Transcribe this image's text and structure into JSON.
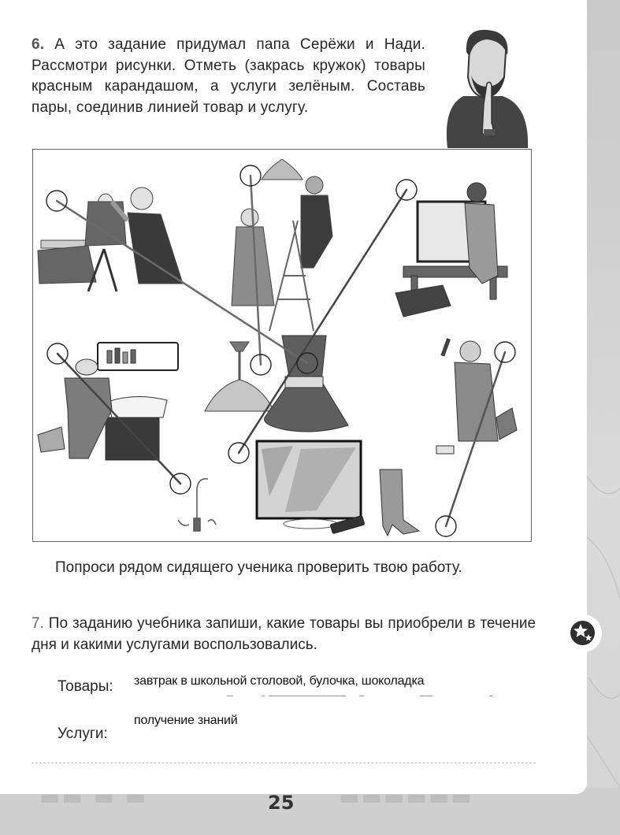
{
  "page": {
    "number": "25"
  },
  "task6": {
    "number": "6.",
    "text": "А это задание придумал папа Серёжи и Нади. Рассмотри рисунки. Отметь (закрась кружок) товары красным карандашом, а услуги зелёным. Составь пары, соединив линией товар и услугу."
  },
  "illustration": {
    "services": [
      {
        "id": "tailor",
        "label": "портниха шьёт одежду",
        "circle": [
          30,
          65
        ]
      },
      {
        "id": "electrician",
        "label": "мастер вешает люстру",
        "circle": [
          276,
          33
        ]
      },
      {
        "id": "tv-repair",
        "label": "мастер чинит телевизор",
        "circle": [
          474,
          51
        ]
      },
      {
        "id": "plumber",
        "label": "сантехник чинит раковину",
        "circle": [
          31,
          259
        ]
      },
      {
        "id": "shoemaker",
        "label": "сапожник чинит обувь",
        "circle": [
          599,
          257
        ]
      }
    ],
    "goods": [
      {
        "id": "lamp",
        "label": "люстра",
        "circle": [
          289,
          273
        ]
      },
      {
        "id": "dress",
        "label": "платье",
        "circle": [
          348,
          271
        ]
      },
      {
        "id": "tv",
        "label": "телевизор",
        "circle": [
          261,
          385
        ]
      },
      {
        "id": "faucet",
        "label": "смеситель",
        "circle": [
          187,
          424
        ]
      },
      {
        "id": "boots",
        "label": "сапоги",
        "circle": [
          524,
          478
        ]
      }
    ],
    "connections": [
      {
        "from": "tailor",
        "to": "dress"
      },
      {
        "from": "electrician",
        "to": "lamp"
      },
      {
        "from": "tv-repair",
        "to": "tv"
      },
      {
        "from": "plumber",
        "to": "faucet"
      },
      {
        "from": "shoemaker",
        "to": "boots"
      }
    ]
  },
  "check": {
    "text": "Попроси рядом сидящего ученика проверить твою работу."
  },
  "task7": {
    "number": "7.",
    "text": "По заданию учебника запиши, какие товары вы приобрели в течение дня и какими услугами воспользовались.",
    "goods_label": "Товары:",
    "goods_answer": "завтрак в школьной столовой, булочка, шоколадка",
    "services_label": "Услуги:",
    "services_answer": "получение знаний"
  },
  "icons": {
    "star_badge": "star-badge-icon"
  }
}
